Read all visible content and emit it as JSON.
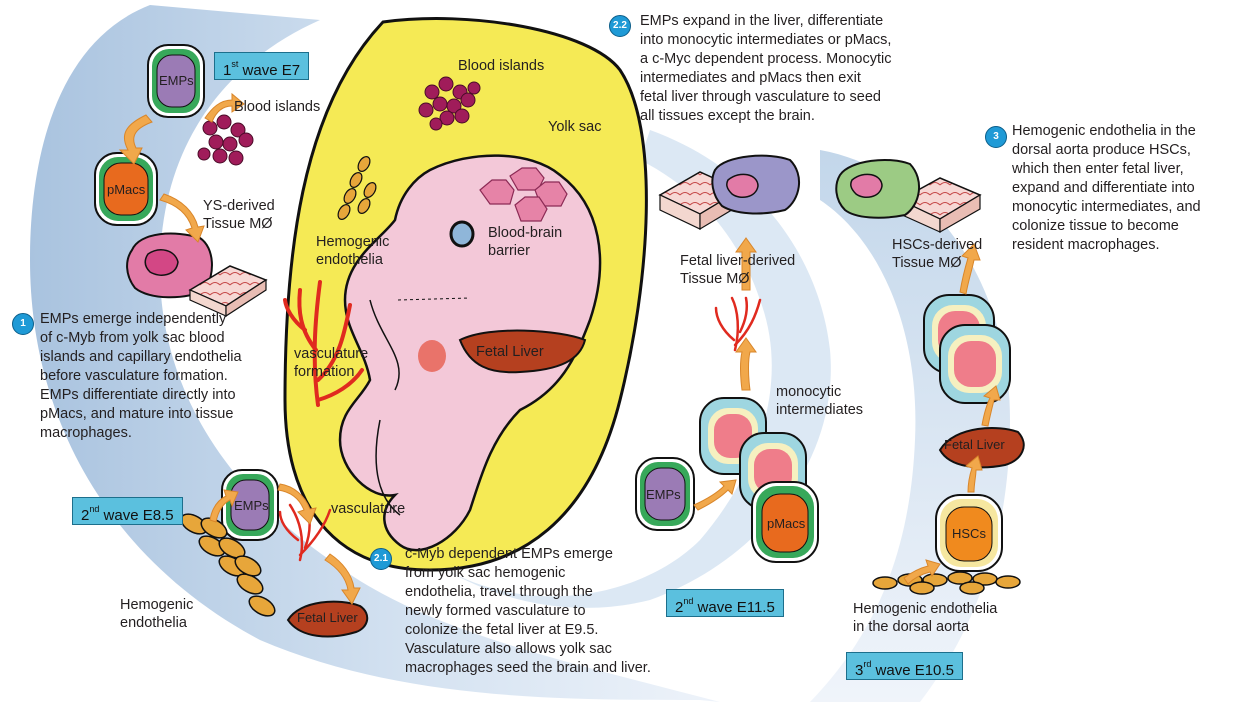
{
  "steps": {
    "s1": {
      "badge": "1",
      "lines": [
        "EMPs emerge independently",
        "of c-Myb from yolk sac blood",
        "islands and capillary endothelia",
        "before vasculature formation.",
        "EMPs differentiate directly into",
        "pMacs, and mature into tissue",
        "macrophages."
      ]
    },
    "s21": {
      "badge": "2.1",
      "lines": [
        "c-Myb dependent EMPs emerge",
        "from yolk sac hemogenic",
        "endothelia, travel through the",
        "newly formed vasculature to",
        "colonize the fetal liver at E9.5.",
        "Vasculature also allows yolk sac",
        "macrophages seed the brain and liver."
      ]
    },
    "s22": {
      "badge": "2.2",
      "lines": [
        "EMPs expand in the liver, differentiate",
        "into monocytic intermediates or pMacs,",
        "a c-Myc dependent process. Monocytic",
        "intermediates and pMacs then exit",
        "fetal liver through vasculature to seed",
        "all tissues except the brain."
      ]
    },
    "s3": {
      "badge": "3",
      "lines": [
        "Hemogenic endothelia in the",
        "dorsal aorta produce HSCs,",
        "which then enter fetal liver,",
        "expand and differentiate into",
        "monocytic intermediates, and",
        "colonize tissue to become",
        "resident macrophages."
      ]
    }
  },
  "waves": {
    "w1": {
      "num": "1",
      "sup": "st",
      "rest": " wave E7"
    },
    "w2": {
      "num": "2",
      "sup": "nd",
      "rest": " wave E8.5"
    },
    "w3": {
      "num": "2",
      "sup": "nd",
      "rest": " wave E11.5"
    },
    "w4": {
      "num": "3",
      "sup": "rd",
      "rest": " wave E10.5"
    }
  },
  "labels": {
    "blood_islands_top": "Blood islands",
    "yolk_sac": "Yolk sac",
    "blood_islands_left": "Blood islands",
    "ys_derived": [
      "YS-derived",
      "Tissue MØ"
    ],
    "hemogenic_inner": [
      "Hemogenic",
      "endothelia"
    ],
    "blood_brain": [
      "Blood-brain",
      "barrier"
    ],
    "vasculature_formation": [
      "vasculature",
      "formation"
    ],
    "fetal_liver_embryo": "Fetal Liver",
    "vasculature": "vasculature",
    "hemogenic_left": [
      "Hemogenic",
      "endothelia"
    ],
    "fetal_liver_left": "Fetal Liver",
    "fetal_liver_derived": [
      "Fetal liver-derived",
      "Tissue MØ"
    ],
    "monocytic": [
      "monocytic",
      "intermediates"
    ],
    "hscs_derived": [
      "HSCs-derived",
      "Tissue MØ"
    ],
    "fetal_liver_right": "Fetal Liver",
    "hemogenic_dorsal": [
      "Hemogenic endothelia",
      "in the dorsal aorta"
    ]
  },
  "cells": {
    "emps_top": "EMPs",
    "pmacs_left": "pMacs",
    "emps_left": "EMPs",
    "emps_mid": "EMPs",
    "pmacs_mid": "pMacs",
    "hscs": "HSCs"
  },
  "colors": {
    "arc": "#c7d9ec",
    "yolk": "#f5ea55",
    "embryo": "#f3c8d8",
    "liver": "#b5401f",
    "vessel": "#e02a1f",
    "blood_island": "#a01c5a",
    "emp_fill": "#9b7bb5",
    "emp_ring": "#37a85a",
    "pmac_core": "#e86a1e",
    "hsc_core": "#f08a1e",
    "monocyte_core": "#ef7d8a",
    "monocyte_ring": "#9ed6e0",
    "endothelia": "#e7a63a",
    "badge": "#1f9ad6",
    "wave_box": "#5bc0de",
    "arrow": "#f1a84b",
    "macrophage": "#e27ba7"
  }
}
